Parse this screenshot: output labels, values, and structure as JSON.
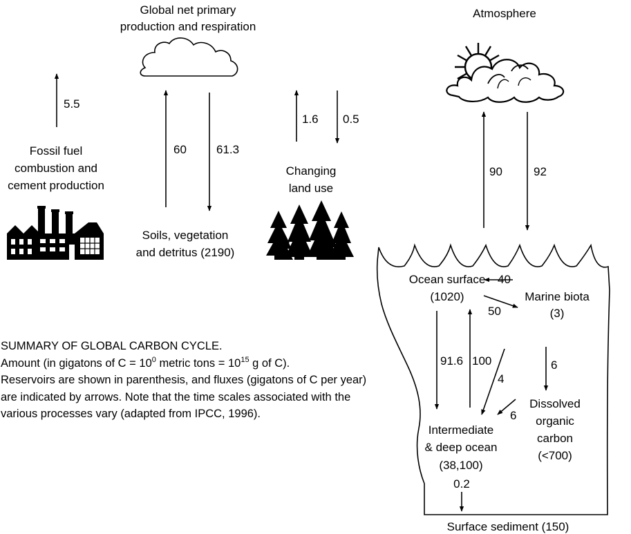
{
  "labels": {
    "gnpp_line1": "Global net primary",
    "gnpp_line2": "production and respiration",
    "atmosphere": "Atmosphere",
    "fossil_line1": "Fossil fuel",
    "fossil_line2": "combustion and",
    "fossil_line3": "cement production",
    "soils_line1": "Soils, vegetation",
    "soils_line2": "and detritus (2190)",
    "landuse_line1": "Changing",
    "landuse_line2": "land use",
    "ocean_surface_line1": "Ocean surface",
    "ocean_surface_line2": "(1020)",
    "marine_biota_line1": "Marine biota",
    "marine_biota_line2": "(3)",
    "deep_line1": "Intermediate",
    "deep_line2": "& deep ocean",
    "deep_line3": "(38,100)",
    "doc_line1": "Dissolved",
    "doc_line2": "organic",
    "doc_line3": "carbon",
    "doc_line4": "(<700)",
    "surface_sediment": "Surface sediment (150)"
  },
  "fluxes": {
    "fossil_up": "5.5",
    "soils_up": "60",
    "soils_down": "61.3",
    "landuse_up": "1.6",
    "landuse_down": "0.5",
    "ocean_up": "90",
    "ocean_down": "92",
    "biota_to_surface": "40",
    "surface_to_biota": "50",
    "surface_to_deep": "91.6",
    "deep_to_surface": "100",
    "biota_to_deep": "4",
    "doc_to_deep": "6",
    "biota_to_doc": "6",
    "deep_to_sediment": "0.2"
  },
  "caption": {
    "title": "SUMMARY OF GLOBAL CARBON CYCLE.",
    "amount_prefix": "Amount (in gigatons of C = 10",
    "amount_exp1": "0",
    "amount_mid": " metric tons = 10",
    "amount_exp2": "15",
    "amount_suffix": " g of C).",
    "line3": "Reservoirs are shown in parenthesis, and fluxes (gigatons of C per year)",
    "line4": "are indicated by arrows. Note that the time scales associated with the",
    "line5": "various processes vary (adapted from IPCC, 1996)."
  },
  "icons": [
    "cloud-icon",
    "sun-cloud-icon",
    "factory-icon",
    "forest-icon"
  ]
}
